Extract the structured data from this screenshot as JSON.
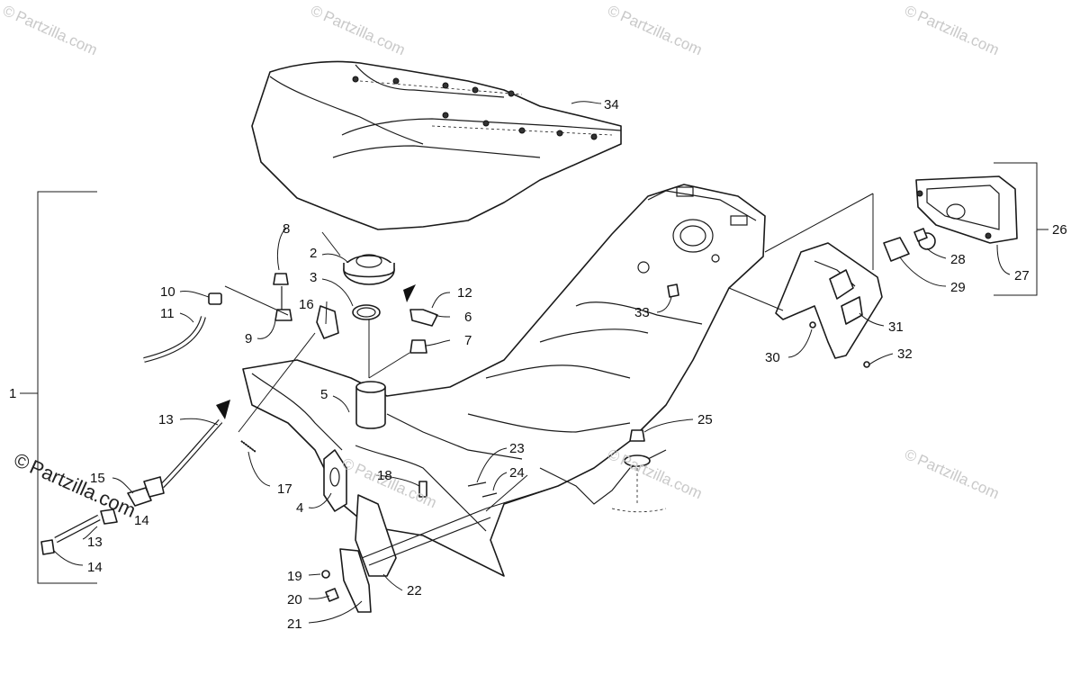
{
  "watermark": {
    "symbol": "©",
    "text": "Partzilla.com"
  },
  "labels": {
    "l1": "1",
    "l2": "2",
    "l3": "3",
    "l4": "4",
    "l5": "5",
    "l6": "6",
    "l7": "7",
    "l8": "8",
    "l9": "9",
    "l10": "10",
    "l11": "11",
    "l12": "12",
    "l13a": "13",
    "l13b": "13",
    "l14a": "14",
    "l14b": "14",
    "l15": "15",
    "l16": "16",
    "l17": "17",
    "l18": "18",
    "l19": "19",
    "l20": "20",
    "l21": "21",
    "l22": "22",
    "l23": "23",
    "l24": "24",
    "l25": "25",
    "l26": "26",
    "l27": "27",
    "l28": "28",
    "l29": "29",
    "l30": "30",
    "l31": "31",
    "l32": "32",
    "l33": "33",
    "l34": "34"
  },
  "colors": {
    "line": "#1a1a1a",
    "watermark": "#c9c9c9"
  }
}
